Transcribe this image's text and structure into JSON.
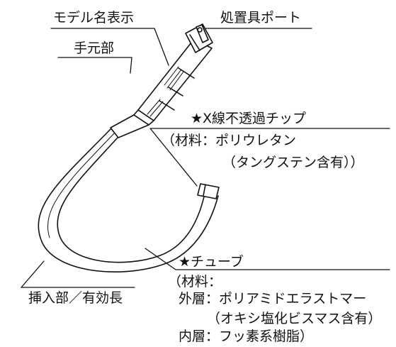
{
  "labels": {
    "model_name": "モデル名表示",
    "instrument_port": "処置具ポート",
    "handle": "手元部",
    "radiopaque_tip": {
      "title": "★X線不透過チップ",
      "material_line1": "（材料：ポリウレタン",
      "material_line2": "（タングステン含有））"
    },
    "tube": {
      "title": "★チューブ",
      "material_heading": "（材料：",
      "outer_layer": "外層：ポリアミドエラストマー",
      "outer_layer_note": "（オキシ塩化ビスマス含有）",
      "inner_layer": "内層：フッ素系樹脂）"
    },
    "insertion_part": "挿入部／有効長"
  },
  "colors": {
    "stroke": "#111111",
    "fill": "#ffffff",
    "text": "#111111"
  }
}
